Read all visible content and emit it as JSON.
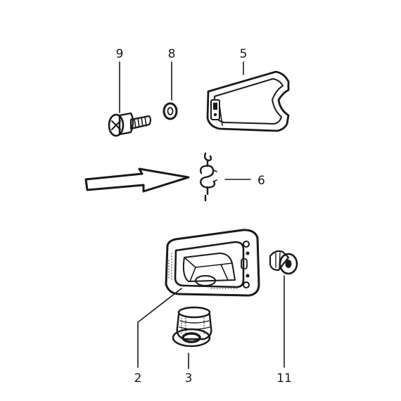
{
  "diagram": {
    "callouts": {
      "c9": "9",
      "c8": "8",
      "c5": "5",
      "c6": "6",
      "c2": "2",
      "c3": "3",
      "c11": "11"
    }
  }
}
